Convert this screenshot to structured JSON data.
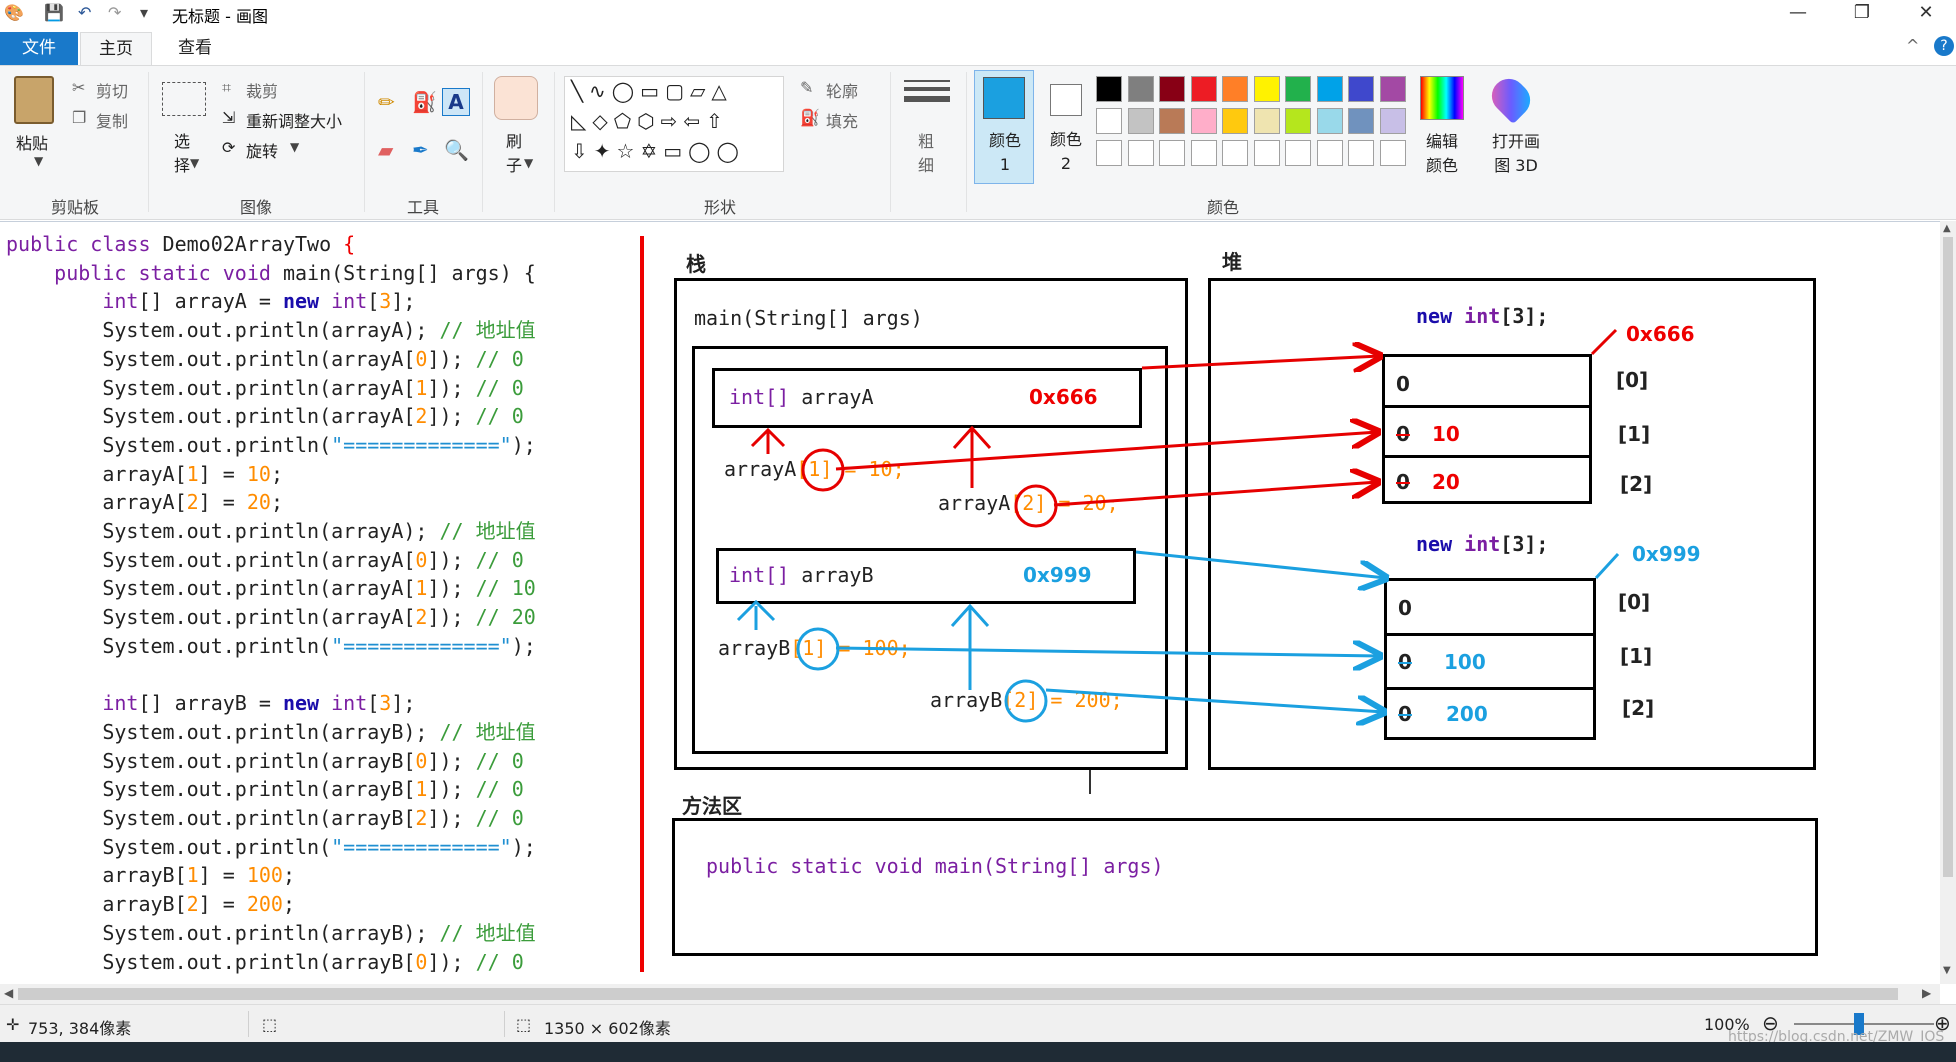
{
  "window": {
    "title": "无标题 - 画图",
    "minimize": "—",
    "restore": "❐",
    "close": "✕"
  },
  "tabs": {
    "file": "文件",
    "home": "主页",
    "view": "查看"
  },
  "ribbon": {
    "clipboard": {
      "label": "剪贴板",
      "paste": "粘贴",
      "cut": "剪切",
      "copy": "复制"
    },
    "image": {
      "label": "图像",
      "select": "选择",
      "crop": "裁剪",
      "resize": "重新调整大小",
      "rotate": "旋转"
    },
    "tools": {
      "label": "工具",
      "brush": "刷子"
    },
    "shapes": {
      "label": "形状",
      "outline": "轮廓",
      "fill": "填充"
    },
    "size": {
      "label": "粗细"
    },
    "colors": {
      "label": "颜色",
      "color1": "颜色 1",
      "color2": "颜色 2",
      "edit": "编辑颜色",
      "paint3d": "打开画图 3D",
      "color1_hex": "#1ba0e0",
      "palette_row1": [
        "#000000",
        "#7f7f7f",
        "#880015",
        "#ed1c24",
        "#ff7f27",
        "#fff200",
        "#22b14c",
        "#00a2e8",
        "#3f48cc",
        "#a349a4"
      ],
      "palette_row2": [
        "#ffffff",
        "#c3c3c3",
        "#b97a57",
        "#ffaec9",
        "#ffc90e",
        "#efe4b0",
        "#b5e61d",
        "#99d9ea",
        "#7092be",
        "#c8bfe7"
      ]
    }
  },
  "code": [
    [
      {
        "t": "public class ",
        "c": "kw"
      },
      {
        "t": "Demo02ArrayTwo ",
        "c": ""
      },
      {
        "t": "{",
        "c": "red"
      }
    ],
    [
      {
        "t": "    public static void ",
        "c": "kw"
      },
      {
        "t": "main(String[] args) {",
        "c": ""
      }
    ],
    [
      {
        "t": "        int",
        "c": "kw"
      },
      {
        "t": "[] arrayA = ",
        "c": ""
      },
      {
        "t": "new ",
        "c": "kw2"
      },
      {
        "t": "int",
        "c": "kw"
      },
      {
        "t": "[",
        "c": ""
      },
      {
        "t": "3",
        "c": "num"
      },
      {
        "t": "];",
        "c": ""
      }
    ],
    [
      {
        "t": "        System.out.println(arrayA); ",
        "c": ""
      },
      {
        "t": "// 地址值",
        "c": "cmt"
      }
    ],
    [
      {
        "t": "        System.out.println(arrayA[",
        "c": ""
      },
      {
        "t": "0",
        "c": "num"
      },
      {
        "t": "]); ",
        "c": ""
      },
      {
        "t": "// 0",
        "c": "cmt"
      }
    ],
    [
      {
        "t": "        System.out.println(arrayA[",
        "c": ""
      },
      {
        "t": "1",
        "c": "num"
      },
      {
        "t": "]); ",
        "c": ""
      },
      {
        "t": "// 0",
        "c": "cmt"
      }
    ],
    [
      {
        "t": "        System.out.println(arrayA[",
        "c": ""
      },
      {
        "t": "2",
        "c": "num"
      },
      {
        "t": "]); ",
        "c": ""
      },
      {
        "t": "// 0",
        "c": "cmt"
      }
    ],
    [
      {
        "t": "        System.out.println(",
        "c": ""
      },
      {
        "t": "\"=============\"",
        "c": "str"
      },
      {
        "t": ");",
        "c": ""
      }
    ],
    [
      {
        "t": "        arrayA[",
        "c": ""
      },
      {
        "t": "1",
        "c": "num"
      },
      {
        "t": "] = ",
        "c": ""
      },
      {
        "t": "10",
        "c": "num"
      },
      {
        "t": ";",
        "c": ""
      }
    ],
    [
      {
        "t": "        arrayA[",
        "c": ""
      },
      {
        "t": "2",
        "c": "num"
      },
      {
        "t": "] = ",
        "c": ""
      },
      {
        "t": "20",
        "c": "num"
      },
      {
        "t": ";",
        "c": ""
      }
    ],
    [
      {
        "t": "        System.out.println(arrayA); ",
        "c": ""
      },
      {
        "t": "// 地址值",
        "c": "cmt"
      }
    ],
    [
      {
        "t": "        System.out.println(arrayA[",
        "c": ""
      },
      {
        "t": "0",
        "c": "num"
      },
      {
        "t": "]); ",
        "c": ""
      },
      {
        "t": "// 0",
        "c": "cmt"
      }
    ],
    [
      {
        "t": "        System.out.println(arrayA[",
        "c": ""
      },
      {
        "t": "1",
        "c": "num"
      },
      {
        "t": "]); ",
        "c": ""
      },
      {
        "t": "// 10",
        "c": "cmt"
      }
    ],
    [
      {
        "t": "        System.out.println(arrayA[",
        "c": ""
      },
      {
        "t": "2",
        "c": "num"
      },
      {
        "t": "]); ",
        "c": ""
      },
      {
        "t": "// 20",
        "c": "cmt"
      }
    ],
    [
      {
        "t": "        System.out.println(",
        "c": ""
      },
      {
        "t": "\"=============\"",
        "c": "str"
      },
      {
        "t": ");",
        "c": ""
      }
    ],
    [
      {
        "t": "",
        "c": ""
      }
    ],
    [
      {
        "t": "        int",
        "c": "kw"
      },
      {
        "t": "[] arrayB = ",
        "c": ""
      },
      {
        "t": "new ",
        "c": "kw2"
      },
      {
        "t": "int",
        "c": "kw"
      },
      {
        "t": "[",
        "c": ""
      },
      {
        "t": "3",
        "c": "num"
      },
      {
        "t": "];",
        "c": ""
      }
    ],
    [
      {
        "t": "        System.out.println(arrayB); ",
        "c": ""
      },
      {
        "t": "// 地址值",
        "c": "cmt"
      }
    ],
    [
      {
        "t": "        System.out.println(arrayB[",
        "c": ""
      },
      {
        "t": "0",
        "c": "num"
      },
      {
        "t": "]); ",
        "c": ""
      },
      {
        "t": "// 0",
        "c": "cmt"
      }
    ],
    [
      {
        "t": "        System.out.println(arrayB[",
        "c": ""
      },
      {
        "t": "1",
        "c": "num"
      },
      {
        "t": "]); ",
        "c": ""
      },
      {
        "t": "// 0",
        "c": "cmt"
      }
    ],
    [
      {
        "t": "        System.out.println(arrayB[",
        "c": ""
      },
      {
        "t": "2",
        "c": "num"
      },
      {
        "t": "]); ",
        "c": ""
      },
      {
        "t": "// 0",
        "c": "cmt"
      }
    ],
    [
      {
        "t": "        System.out.println(",
        "c": ""
      },
      {
        "t": "\"=============\"",
        "c": "str"
      },
      {
        "t": ");",
        "c": ""
      }
    ],
    [
      {
        "t": "        arrayB[",
        "c": ""
      },
      {
        "t": "1",
        "c": "num"
      },
      {
        "t": "] = ",
        "c": ""
      },
      {
        "t": "100",
        "c": "num"
      },
      {
        "t": ";",
        "c": ""
      }
    ],
    [
      {
        "t": "        arrayB[",
        "c": ""
      },
      {
        "t": "2",
        "c": "num"
      },
      {
        "t": "] = ",
        "c": ""
      },
      {
        "t": "200",
        "c": "num"
      },
      {
        "t": ";",
        "c": ""
      }
    ],
    [
      {
        "t": "        System.out.println(arrayB); ",
        "c": ""
      },
      {
        "t": "// 地址值",
        "c": "cmt"
      }
    ],
    [
      {
        "t": "        System.out.println(arrayB[",
        "c": ""
      },
      {
        "t": "0",
        "c": "num"
      },
      {
        "t": "]); ",
        "c": ""
      },
      {
        "t": "// 0",
        "c": "cmt"
      }
    ]
  ],
  "diagram": {
    "stack_label": "栈",
    "heap_label": "堆",
    "method_area_label": "方法区",
    "main_frame": "main(String[] args)",
    "method_sig": "public static void main(String[] args)",
    "varA": {
      "type": "int[]",
      "name": " arrayA",
      "addr": "0x666"
    },
    "varB": {
      "type": "int[]",
      "name": " arrayB",
      "addr": "0x999"
    },
    "assignA1": {
      "pre": "arrayA",
      "idx": "1",
      "post": " = 10;"
    },
    "assignA2": {
      "pre": "arrayA",
      "idx": "2",
      "post": " = 20;"
    },
    "assignB1": {
      "pre": "arrayB",
      "idx": "1",
      "post": " = 100;"
    },
    "assignB2": {
      "pre": "arrayB",
      "idx": "2",
      "post": " = 200;"
    },
    "heapA": {
      "header_new": "new ",
      "header_type": "int",
      "header_rest": "[3];",
      "addr": "0x666",
      "cells": [
        "0",
        "0",
        "0"
      ],
      "new_values": [
        "",
        "10",
        "20"
      ],
      "indices": [
        "[0]",
        "[1]",
        "[2]"
      ]
    },
    "heapB": {
      "header_new": "new ",
      "header_type": "int",
      "header_rest": "[3];",
      "addr": "0x999",
      "cells": [
        "0",
        "0",
        "0"
      ],
      "new_values": [
        "",
        "100",
        "200"
      ],
      "indices": [
        "[0]",
        "[1]",
        "[2]"
      ]
    }
  },
  "status": {
    "cursor_pos": "753, 384像素",
    "canvas_size": "1350 × 602像素",
    "zoom": "100%",
    "watermark": "https://blog.csdn.net/ZMW_IOS"
  },
  "colors": {
    "red": "#e60000",
    "blue": "#1ba0e0",
    "accent": "#1979ca"
  }
}
